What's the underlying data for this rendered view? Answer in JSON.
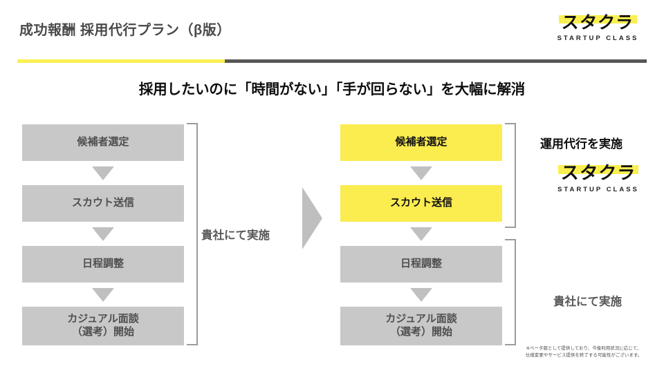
{
  "header": {
    "title": "成功報酬 採用代行プラン（β版）",
    "divider_yellow_color": "#faef50",
    "divider_gray_color": "#575757"
  },
  "logo": {
    "mark": "スタクラ",
    "subtitle": "STARTUP CLASS",
    "highlight_color": "#faef50"
  },
  "headline": {
    "text": "採用したいのに「時間がない」「手が回らない」を大幅に解消"
  },
  "flow_left": {
    "steps": [
      {
        "label": "候補者選定",
        "style": "gray"
      },
      {
        "label": "スカウト送信",
        "style": "gray"
      },
      {
        "label": "日程調整",
        "style": "gray"
      },
      {
        "label": "カジュアル面談\n（選考）開始",
        "style": "gray"
      }
    ],
    "bracket_label": "貴社にて実施"
  },
  "flow_right": {
    "steps": [
      {
        "label": "候補者選定",
        "style": "yellow"
      },
      {
        "label": "スカウト送信",
        "style": "yellow"
      },
      {
        "label": "日程調整",
        "style": "gray"
      },
      {
        "label": "カジュアル面談\n（選考）開始",
        "style": "gray"
      }
    ],
    "bracket_label_top": "運用代行を実施",
    "bracket_label_bottom": "貴社にて実施"
  },
  "colors": {
    "accent_yellow": "#fbec4f",
    "box_gray": "#c8c8c8",
    "text_gray": "#4f4f4f",
    "arrow_gray": "#bfbfbf"
  },
  "disclaimer": {
    "line1": "※ベータ版として提供しており、今後利用状況に応じて、",
    "line2": "仕様変更やサービス提供を終了する可能性がございます。"
  }
}
